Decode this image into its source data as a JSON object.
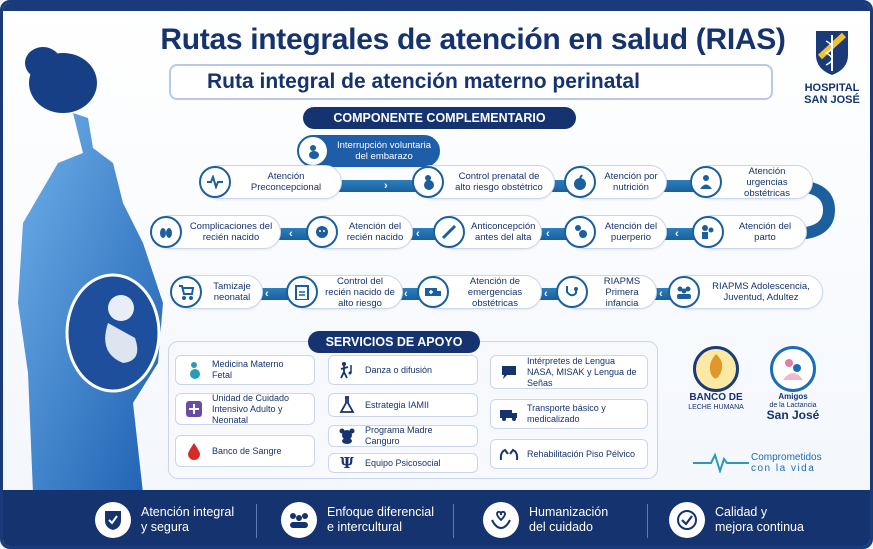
{
  "title": "Rutas integrales de atención en salud (RIAS)",
  "subtitle": "Ruta integral de atención materno perinatal",
  "logo": {
    "line1": "HOSPITAL",
    "line2": "SAN JOSÉ"
  },
  "component_header": "COMPONENTE COMPLEMENTARIO",
  "route": {
    "ive": "Interrupción voluntaria del embarazo",
    "row1": [
      "Atención Preconcepcional",
      "Control prenatal de alto riesgo obstétrico",
      "Atención por nutrición",
      "Atención urgencias obstétricas"
    ],
    "row2": [
      "Complicaciones del recién nacido",
      "Atención del recién nacido",
      "Anticoncepción antes del alta",
      "Atención del puerperio",
      "Atención del parto"
    ],
    "row3": [
      "Tamizaje neonatal",
      "Control del recién nacido de alto riesgo",
      "Atención de emergencias obstétricas",
      "RIAPMS Primera infancia",
      "RIAPMS Adolescencia, Juventud, Adultez"
    ]
  },
  "services_header": "SERVICIOS DE APOYO",
  "services": {
    "col1": [
      "Medicina Materno Fetal",
      "Unidad de Cuidado Intensivo Adulto y Neonatal",
      "Banco de Sangre"
    ],
    "col2": [
      "Danza o difusión",
      "Estrategia IAMII",
      "Programa Madre Canguro",
      "Equipo Psicosocial"
    ],
    "col3": [
      "Intérpretes de Lengua NASA, MISAK y Lengua de Señas",
      "Transporte básico y medicalizado",
      "Rehabilitación Piso Pélvico"
    ]
  },
  "badges": {
    "milk_bank": {
      "title": "BANCO DE",
      "sub": "LECHE HUMANA"
    },
    "lactancia": {
      "title": "Amigos",
      "mid": "de la Lactancia",
      "name": "San José"
    },
    "slogan1": "Comprometidos",
    "slogan2": "con la vida"
  },
  "footer": [
    {
      "l1": "Atención integral",
      "l2": "y segura",
      "icon": "shield-icon"
    },
    {
      "l1": "Enfoque diferencial",
      "l2": "e intercultural",
      "icon": "people-icon"
    },
    {
      "l1": "Humanización",
      "l2": "del cuidado",
      "icon": "heart-hands-icon"
    },
    {
      "l1": "Calidad y",
      "l2": "mejora continua",
      "icon": "check-icon"
    }
  ],
  "colors": {
    "navy": "#15336e",
    "route": "#1b5f9c",
    "silhouette": "#3b7fd0"
  }
}
